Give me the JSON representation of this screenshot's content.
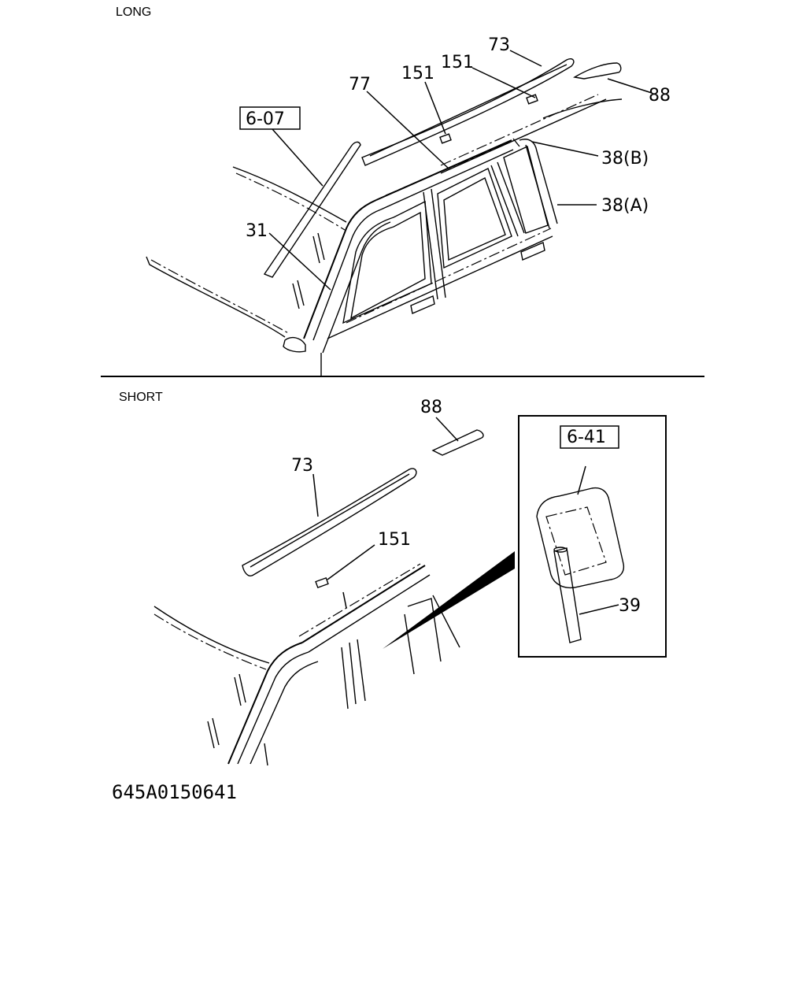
{
  "sections": {
    "long": "LONG",
    "short": "SHORT"
  },
  "long_callouts": {
    "p73": "73",
    "p151a": "151",
    "p151b": "151",
    "p77": "77",
    "p88": "88",
    "ref607": "6-07",
    "p38b": "38(B)",
    "p38a": "38(A)",
    "p31": "31"
  },
  "short_callouts": {
    "p88": "88",
    "p73": "73",
    "p151": "151",
    "ref641": "6-41",
    "p39": "39"
  },
  "figure_code": "645A0150641"
}
